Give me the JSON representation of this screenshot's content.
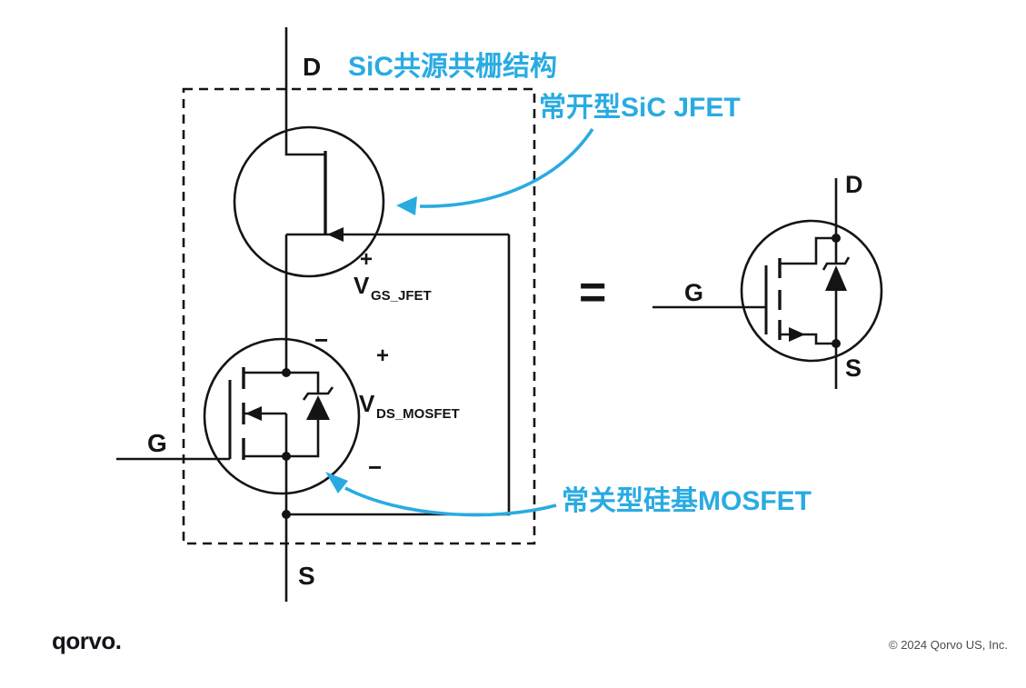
{
  "colors": {
    "accent": "#29abe2",
    "ink": "#141414",
    "copyright_gray": "#4b4b4d"
  },
  "title": "SiC共源共栅结构",
  "callouts": {
    "jfet": "常开型SiC JFET",
    "mosfet": "常关型硅基MOSFET"
  },
  "cascode": {
    "drain": "D",
    "gate": "G",
    "source": "S",
    "vgs": {
      "base": "V",
      "sub": "GS_JFET",
      "plus": "+",
      "minus": "−"
    },
    "vds": {
      "base": "V",
      "sub": "DS_MOSFET",
      "plus": "+",
      "minus": "−"
    }
  },
  "equals": "=",
  "equivalent": {
    "drain": "D",
    "gate": "G",
    "source": "S"
  },
  "footer": {
    "logo": "qorvo.",
    "copyright": "© 2024 Qorvo US, Inc."
  }
}
